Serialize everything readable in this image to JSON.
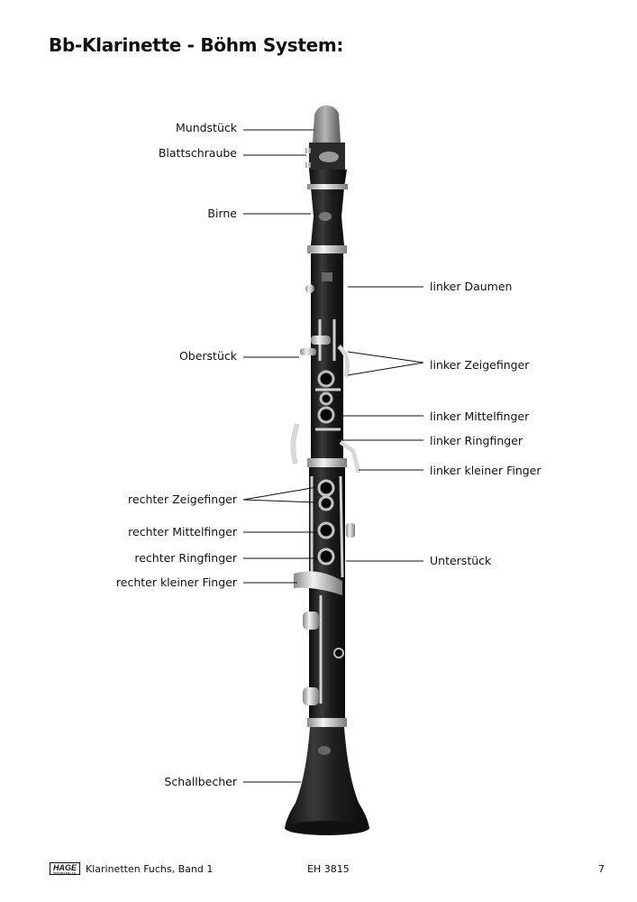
{
  "title": "Bb-Klarinette - Böhm System:",
  "labels_left": [
    {
      "id": "mundstueck",
      "text": "Mundstück"
    },
    {
      "id": "blattschraube",
      "text": "Blattschraube"
    },
    {
      "id": "birne",
      "text": "Birne"
    },
    {
      "id": "oberstueck",
      "text": "Oberstück"
    },
    {
      "id": "rechter-zeigefinger",
      "text": "rechter Zeigefinger"
    },
    {
      "id": "rechter-mittelfinger",
      "text": "rechter Mittelfinger"
    },
    {
      "id": "rechter-ringfinger",
      "text": "rechter Ringfinger"
    },
    {
      "id": "rechter-kleiner-finger",
      "text": "rechter kleiner Finger"
    },
    {
      "id": "schallbecher",
      "text": "Schallbecher"
    }
  ],
  "labels_right": [
    {
      "id": "linker-daumen",
      "text": "linker Daumen"
    },
    {
      "id": "linker-zeigefinger",
      "text": "linker Zeigefinger"
    },
    {
      "id": "linker-mittelfinger",
      "text": "linker Mittelfinger"
    },
    {
      "id": "linker-ringfinger",
      "text": "linker Ringfinger"
    },
    {
      "id": "linker-kleiner-finger",
      "text": "linker kleiner Finger"
    },
    {
      "id": "unterstueck",
      "text": "Unterstück"
    }
  ],
  "footer": {
    "logo": "HAGE",
    "logo_sub": "MUSIKVERLAG",
    "book": "Klarinetten Fuchs, Band 1",
    "code": "EH 3815",
    "page": "7"
  },
  "colors": {
    "body": "#1c1c1c",
    "mouthpiece": "#8e8e8e",
    "metal": "#cfcfcf",
    "text": "#111111"
  }
}
